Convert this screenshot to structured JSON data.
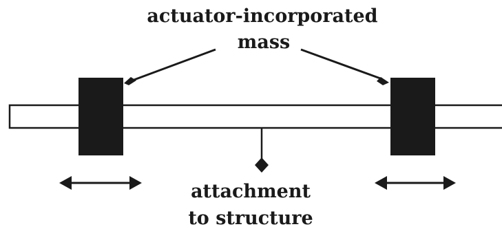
{
  "diagram": {
    "top_label_line1": "actuator-incorporated",
    "top_label_line2": "mass",
    "bottom_label_line1": "attachment",
    "bottom_label_line2": "to structure"
  },
  "colors": {
    "ink": "#1a1a1a",
    "background": "#ffffff"
  }
}
